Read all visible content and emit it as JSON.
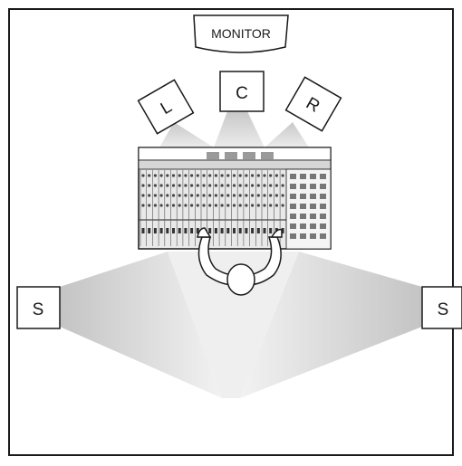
{
  "monitor": {
    "label": "MONITOR"
  },
  "speakers": {
    "left": "L",
    "center": "C",
    "right": "R",
    "surround_left": "S",
    "surround_right": "S"
  }
}
